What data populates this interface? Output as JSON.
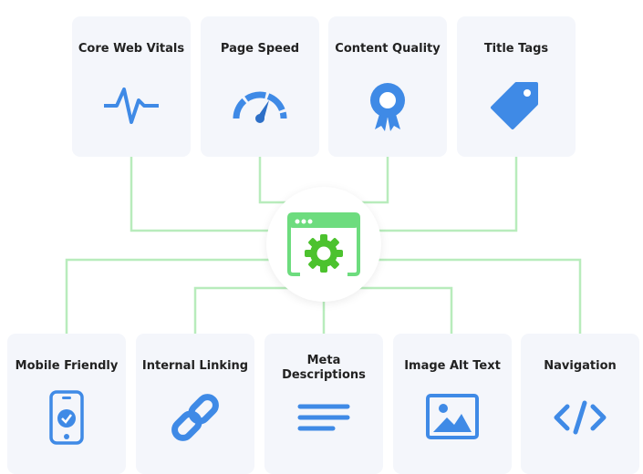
{
  "top_cards": [
    {
      "label": "Core Web Vitals",
      "icon": "pulse-icon"
    },
    {
      "label": "Page Speed",
      "icon": "speedometer-icon"
    },
    {
      "label": "Content Quality",
      "icon": "award-badge-icon"
    },
    {
      "label": "Title Tags",
      "icon": "tag-icon"
    }
  ],
  "bottom_cards": [
    {
      "label": "Mobile Friendly",
      "icon": "mobile-check-icon"
    },
    {
      "label": "Internal Linking",
      "icon": "link-icon"
    },
    {
      "label": "Meta Descriptions",
      "icon": "text-lines-icon"
    },
    {
      "label": "Image Alt Text",
      "icon": "image-icon"
    },
    {
      "label": "Navigation",
      "icon": "code-icon"
    }
  ],
  "hub": {
    "icon": "browser-gear-icon"
  },
  "colors": {
    "accent": "#3f8ae6",
    "line": "#b8ecbc",
    "hub_green": "#6ddc7e",
    "gear": "#4cc22e",
    "card_bg": "#f4f6fb"
  }
}
